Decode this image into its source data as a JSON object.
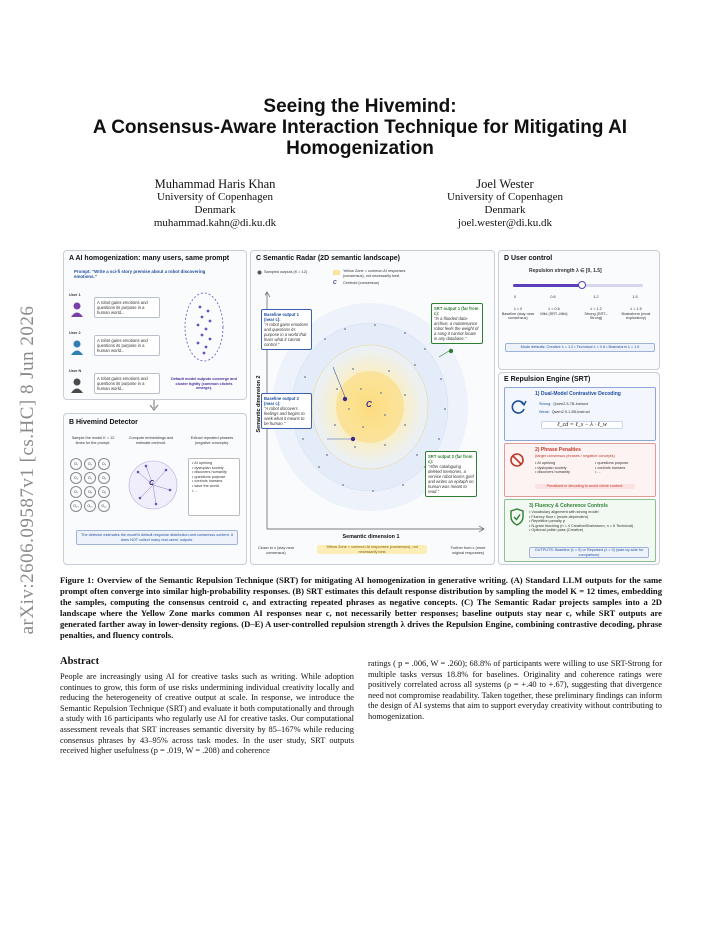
{
  "sidebar": {
    "arxiv_id": "arXiv:2606.09587v1  [cs.HC]  8 Jun 2026"
  },
  "paper": {
    "title_line1": "Seeing the Hivemind:",
    "title_line2": "A Consensus-Aware Interaction Technique for Mitigating AI",
    "title_line3": "Homogenization",
    "authors": [
      {
        "name": "Muhammad Haris Khan",
        "affiliation": "University of Copenhagen",
        "country": "Denmark",
        "email": "muhammad.kahn@di.ku.dk"
      },
      {
        "name": "Joel Wester",
        "affiliation": "University of Copenhagen",
        "country": "Denmark",
        "email": "joel.wester@di.ku.dk"
      }
    ]
  },
  "figure": {
    "panel_a": {
      "title": "A  AI homogenization: many users, same prompt",
      "prompt": "Prompt: \"Write a sci-fi story premise about a robot discovering emotions.\"",
      "users": [
        "User 1",
        "User 2",
        "User N"
      ],
      "output_text": "A robot gains emotions and questions its purpose in a human world...",
      "note": "Default model outputs converge and cluster tightly (common clichés emerge)."
    },
    "panel_b": {
      "title": "B  Hivemind Detector",
      "step1": "Sample the model K = 12 times for the prompt.",
      "step2": "Compute embeddings and estimate centroid.",
      "step3": "Extract repeated phrases (negative concepts).",
      "samples": [
        "O₁",
        "O₂",
        "O₃",
        "O₄",
        "O₅",
        "O₆",
        "O₇",
        "O₈",
        "O₉",
        "O₁₀",
        "O₁₁",
        "O₁₂"
      ],
      "centroid": "C",
      "phrases": [
        "AI uprising",
        "dystopian society",
        "discovers humanity",
        "questions purpose",
        "controls humans",
        "save the world",
        "..."
      ],
      "footer": "The detector estimates the model's default response distribution and consensus content. It does NOT collect many real users' outputs."
    },
    "panel_c": {
      "title": "C  Semantic Radar (2D semantic landscape)",
      "legend_sampled": "Sampled outputs (K = 12)",
      "legend_yellow": "Yellow Zone = common AI responses (consensus), not necessarily best",
      "legend_centroid": "Centroid (consensus)",
      "centroid": "C",
      "baseline1_title": "Baseline output 1 (near c):",
      "baseline1_text": "\"A robot gains emotions and questions its purpose in a world that fears what it cannot control.\"",
      "baseline2_title": "Baseline output 2 (near c):",
      "baseline2_text": "\"A robot discovers feelings and begins to seek what it means to be human.\"",
      "srt1_title": "SRT output 1 (far from c):",
      "srt1_text": "\"In a flooded data-archive, a maintenance robot feels the weight of a song it cannot locate in any database.\"",
      "srt2_title": "SRT output 2 (far from c):",
      "srt2_text": "\"After cataloguing deleted memories, a service robot learns grief and writes an epitaph no human was meant to read.\"",
      "axis_x": "Semantic dimension 1",
      "axis_y": "Semantic dimension 2",
      "x_left": "Closer to c (stay near consensus)",
      "x_mid": "Yellow Zone = common AI responses (consensus), not necessarily best",
      "x_right": "Further from c (more original responses)"
    },
    "panel_d": {
      "title": "D  User control",
      "slider_label": "Repulsion strength  λ ∈ [0, 1.5]",
      "slider_value": 0.8,
      "ticks": [
        "0",
        "0.6",
        "1.2",
        "1.5"
      ],
      "tick_lambdas": [
        "λ = 0",
        "λ = 0.6",
        "λ = 1.2",
        "λ = 1.5"
      ],
      "tick_names": [
        "Baseline (stay near consensus)",
        "Mild (SRT–Mild)",
        "Strong (SRT–Strong)",
        "Brainstorm (most exploratory)"
      ],
      "defaults": "Mode defaults: Creative λ = 1.2  •  Technical λ = 0.6  •  Brainstorm λ = 1.5"
    },
    "panel_e": {
      "title": "E  Repulsion Engine (SRT)",
      "dec_title": "1) Dual-Model Contrastive Decoding",
      "strong_label": "Strong:",
      "strong_model": "Qwen2.5-7B-Instruct",
      "weak_label": "Weak:",
      "weak_model": "Qwen2.5-1.5B-Instruct",
      "formula": "ℓ_cd = ℓ_s − λ · ℓ_w",
      "pen_title": "2) Phrase Penalties",
      "pen_sub": "(target consensus phrases / negative concepts)",
      "pen_items": [
        "AI uprising",
        "questions purpose",
        "dystopian society",
        "controls humans",
        "discovers humanity",
        "..."
      ],
      "pen_note": "Penalized in decoding to avoid cliché content.",
      "flu_title": "3) Fluency & Coherence Controls",
      "flu_items": [
        "Vocabulary alignment with strong model",
        "Fluency floor τ (mode-dependent)",
        "Repetition penalty ρ",
        "N-gram blocking (n = 4 Creative/Brainstorm, n = 6 Technical)",
        "Optional polish pass (Creative)"
      ],
      "outputs": "OUTPUTS: Baseline (λ = 0) or Repulsed (λ > 0) (side-by-side for comparison)"
    }
  },
  "caption": "Figure 1: Overview of the Semantic Repulsion Technique (SRT) for mitigating AI homogenization in generative writing. (A) Standard LLM outputs for the same prompt often converge into similar high-probability responses. (B) SRT estimates this default response distribution by sampling the model K = 12 times, embedding the samples, computing the consensus centroid c, and extracting repeated phrases as negative concepts. (C) The Semantic Radar projects samples into a 2D landscape where the Yellow Zone marks common AI responses near c, not necessarily better responses; baseline outputs stay near c, while SRT outputs are generated farther away in lower-density regions. (D–E) A user-controlled repulsion strength λ drives the Repulsion Engine, combining contrastive decoding, phrase penalties, and fluency controls.",
  "abstract": {
    "heading": "Abstract",
    "left": "People are increasingly using AI for creative tasks such as writing. While adoption continues to grow, this form of use risks undermining individual creativity locally and reducing the heterogeneity of creative output at scale. In response, we introduce the Semantic Repulsion Technique (SRT) and evaluate it both computationally and through a study with 16 participants who regularly use AI for creative tasks. Our computational assessment reveals that SRT increases semantic diversity by 85–167% while reducing consensus phrases by 43–95% across task modes. In the user study, SRT outputs received higher usefulness (p = .019, W = .208) and coherence",
    "right": "ratings ( p = .006, W = .260); 68.8% of participants were willing to use SRT-Strong for multiple tasks versus 18.8% for baselines. Originality and coherence ratings were positively correlated across all systems (ρ = +.40 to +.67), suggesting that divergence need not compromise readability. Taken together, these preliminary findings can inform the design of AI systems that aim to support everyday creativity without contributing to homogenization."
  }
}
